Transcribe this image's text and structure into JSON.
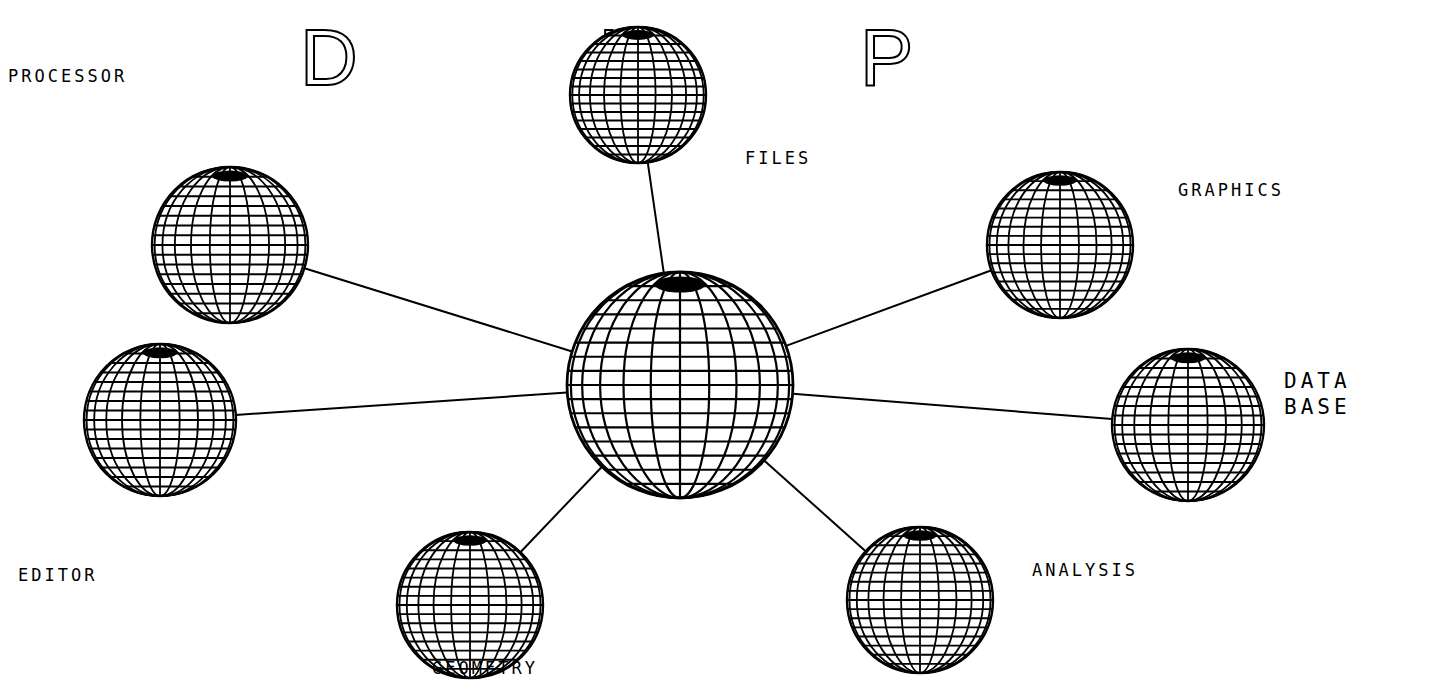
{
  "diagram": {
    "title": "DIP",
    "nodes": [
      {
        "text": [
          "FILES"
        ]
      },
      {
        "text": [
          "PROCESSOR"
        ]
      },
      {
        "text": [
          "GRAPHICS"
        ]
      },
      {
        "text": []
      },
      {
        "text": [
          "EDITOR"
        ]
      },
      {
        "text": [
          "DATA BASE"
        ]
      },
      {
        "text": [
          "GEOMETRY"
        ]
      },
      {
        "text": [
          "ANALYSIS"
        ]
      }
    ],
    "edges": [
      {
        "from": 3,
        "to": 0,
        "arrow": "none"
      },
      {
        "from": 3,
        "to": 1,
        "arrow": "none"
      },
      {
        "from": 3,
        "to": 2,
        "arrow": "none"
      },
      {
        "from": 3,
        "to": 4,
        "arrow": "none"
      },
      {
        "from": 3,
        "to": 5,
        "arrow": "none"
      },
      {
        "from": 3,
        "to": 6,
        "arrow": "none"
      },
      {
        "from": 3,
        "to": 7,
        "arrow": "none"
      }
    ]
  }
}
